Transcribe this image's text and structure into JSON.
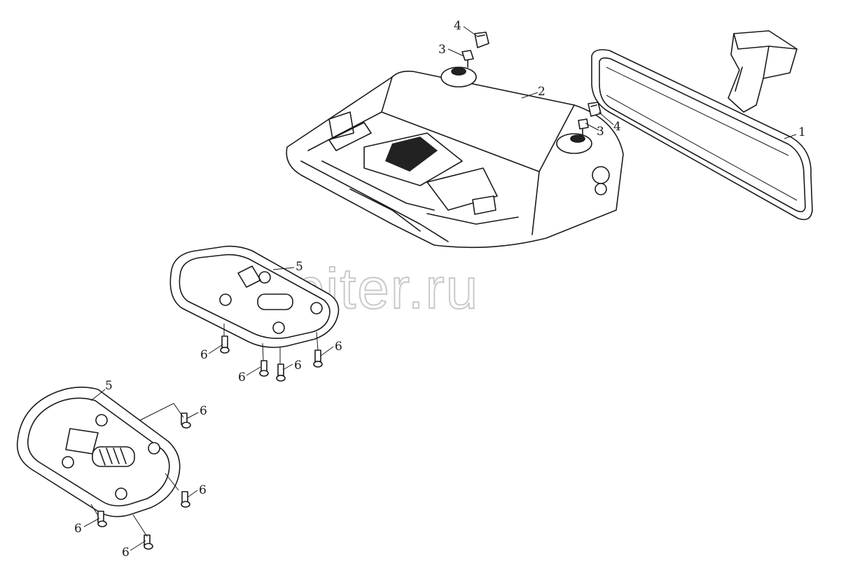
{
  "watermark": "autopiter.ru",
  "callouts": [
    {
      "id": "1",
      "label": "1"
    },
    {
      "id": "2",
      "label": "2"
    },
    {
      "id": "3a",
      "label": "3"
    },
    {
      "id": "3b",
      "label": "3"
    },
    {
      "id": "4a",
      "label": "4"
    },
    {
      "id": "4b",
      "label": "4"
    },
    {
      "id": "5a",
      "label": "5"
    },
    {
      "id": "5b",
      "label": "5"
    },
    {
      "id": "6a",
      "label": "6"
    },
    {
      "id": "6b",
      "label": "6"
    },
    {
      "id": "6c",
      "label": "6"
    },
    {
      "id": "6d",
      "label": "6"
    },
    {
      "id": "6e",
      "label": "6"
    },
    {
      "id": "6f",
      "label": "6"
    },
    {
      "id": "6g",
      "label": "6"
    },
    {
      "id": "6h",
      "label": "6"
    }
  ]
}
